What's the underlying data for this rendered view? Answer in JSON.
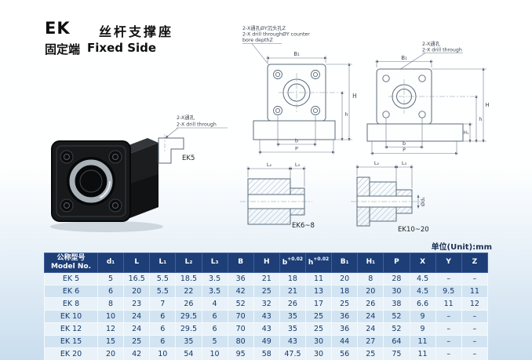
{
  "header": {
    "model": "EK",
    "title_cn": "丝杆支撑座",
    "subtitle_cn": "固定端",
    "subtitle_en": "Fixed Side"
  },
  "notes": {
    "unit": "单位(Unit):mm"
  },
  "annotations": {
    "cb_line1": "2-X通孔ØY沉头孔Z",
    "cb_line2": "2-X drill throughØY counter",
    "cb_line3": "bore depthZ",
    "dt_line1": "2-X通孔",
    "dt_line2": "2-X drill through",
    "ek5_line1": "2-X通孔",
    "ek5_line2": "2-X drill through"
  },
  "drawing_labels": {
    "ek5": "EK5",
    "ek68": "EK6~8",
    "ek1020": "EK10~20",
    "B1": "B₁",
    "H": "H",
    "h": "h",
    "H1": "H₁",
    "b": "b",
    "P": "P",
    "L2": "L₂",
    "L3": "L₃",
    "d1": "Ød₁"
  },
  "colors": {
    "table_header_bg": "#1d3e76",
    "table_row_light": "#e9f2f9",
    "table_row_dark": "#d2e4f2",
    "page_bottom_tint": "#c9ddee"
  },
  "table": {
    "headers": [
      {
        "lines": [
          "公称型号",
          "Model No."
        ]
      },
      {
        "text": "d₁"
      },
      {
        "text": "L"
      },
      {
        "text": "L₁"
      },
      {
        "text": "L₂"
      },
      {
        "text": "L₃"
      },
      {
        "text": "B"
      },
      {
        "text": "H"
      },
      {
        "text": "b",
        "tol": "+0.02"
      },
      {
        "text": "h",
        "tol": "+0.02"
      },
      {
        "text": "B₁"
      },
      {
        "text": "H₁"
      },
      {
        "text": "P"
      },
      {
        "text": "X"
      },
      {
        "text": "Y"
      },
      {
        "text": "Z"
      }
    ],
    "rows": [
      [
        "EK 5",
        "5",
        "16.5",
        "5.5",
        "18.5",
        "3.5",
        "36",
        "21",
        "18",
        "11",
        "20",
        "8",
        "28",
        "4.5",
        "–",
        "–"
      ],
      [
        "EK 6",
        "6",
        "20",
        "5.5",
        "22",
        "3.5",
        "42",
        "25",
        "21",
        "13",
        "18",
        "20",
        "30",
        "4.5",
        "9.5",
        "11"
      ],
      [
        "EK 8",
        "8",
        "23",
        "7",
        "26",
        "4",
        "52",
        "32",
        "26",
        "17",
        "25",
        "26",
        "38",
        "6.6",
        "11",
        "12"
      ],
      [
        "EK 10",
        "10",
        "24",
        "6",
        "29.5",
        "6",
        "70",
        "43",
        "35",
        "25",
        "36",
        "24",
        "52",
        "9",
        "–",
        "–"
      ],
      [
        "EK 12",
        "12",
        "24",
        "6",
        "29.5",
        "6",
        "70",
        "43",
        "35",
        "25",
        "36",
        "24",
        "52",
        "9",
        "–",
        "–"
      ],
      [
        "EK 15",
        "15",
        "25",
        "6",
        "35",
        "5",
        "80",
        "49",
        "43",
        "30",
        "44",
        "27",
        "64",
        "11",
        "–",
        "–"
      ],
      [
        "EK 20",
        "20",
        "42",
        "10",
        "54",
        "10",
        "95",
        "58",
        "47.5",
        "30",
        "56",
        "25",
        "75",
        "11",
        "–",
        "–"
      ]
    ]
  }
}
